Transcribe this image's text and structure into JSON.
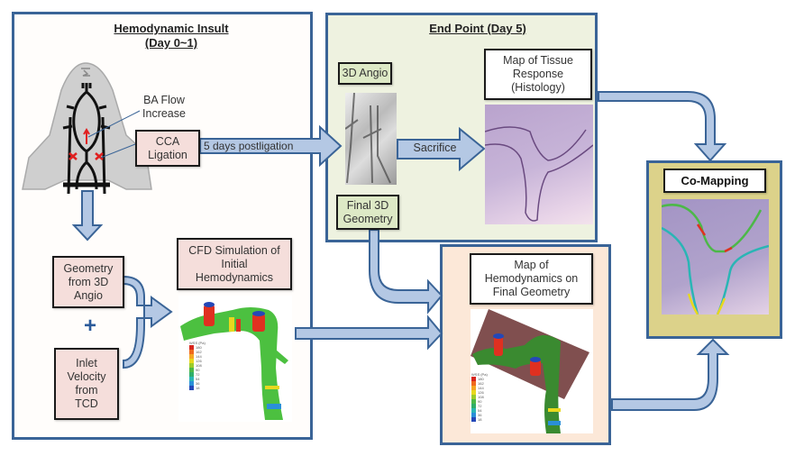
{
  "panels": {
    "insult": {
      "title_line1": "Hemodynamic Insult",
      "title_line2": "(Day 0~1)",
      "ba_flow_label": "BA Flow Increase",
      "cca_ligation": "CCA Ligation",
      "geometry_box": "Geometry from 3D Angio",
      "plus": "+",
      "inlet_box": "Inlet Velocity from TCD",
      "cfd_box": "CFD Simulation of Initial Hemodynamics"
    },
    "endpoint": {
      "title": "End Point (Day 5)",
      "angio_box": "3D Angio",
      "final_geometry_box": "Final 3D Geometry",
      "tissue_box": "Map of Tissue Response (Histology)"
    },
    "hemo_map": {
      "title": "Map of Hemodynamics on Final Geometry"
    },
    "comapping": {
      "title": "Co-Mapping"
    }
  },
  "arrows": {
    "postligation": "5 days postligation",
    "sacrifice": "Sacrifice"
  },
  "legend": {
    "title": "WSS (Pa)",
    "values": [
      "180",
      "162",
      "144",
      "126",
      "108",
      "90",
      "72",
      "54",
      "36",
      "18"
    ],
    "colors": [
      "#d7261e",
      "#f06a1e",
      "#f5a623",
      "#e8d81e",
      "#9ccc2a",
      "#4cb848",
      "#2fae6a",
      "#2ab5b5",
      "#2a8fd8",
      "#2448b8"
    ]
  },
  "colors": {
    "panel_border": "#3a6497",
    "arrow_fill": "#b4c8e4",
    "arrow_stroke": "#3a6497",
    "endpoint_bg": "#eef2e0",
    "hemo_bg": "#fce8d8",
    "comap_bg": "#dcd28a",
    "pink_box": "#f5dedb",
    "green_box": "#dde9c6"
  }
}
